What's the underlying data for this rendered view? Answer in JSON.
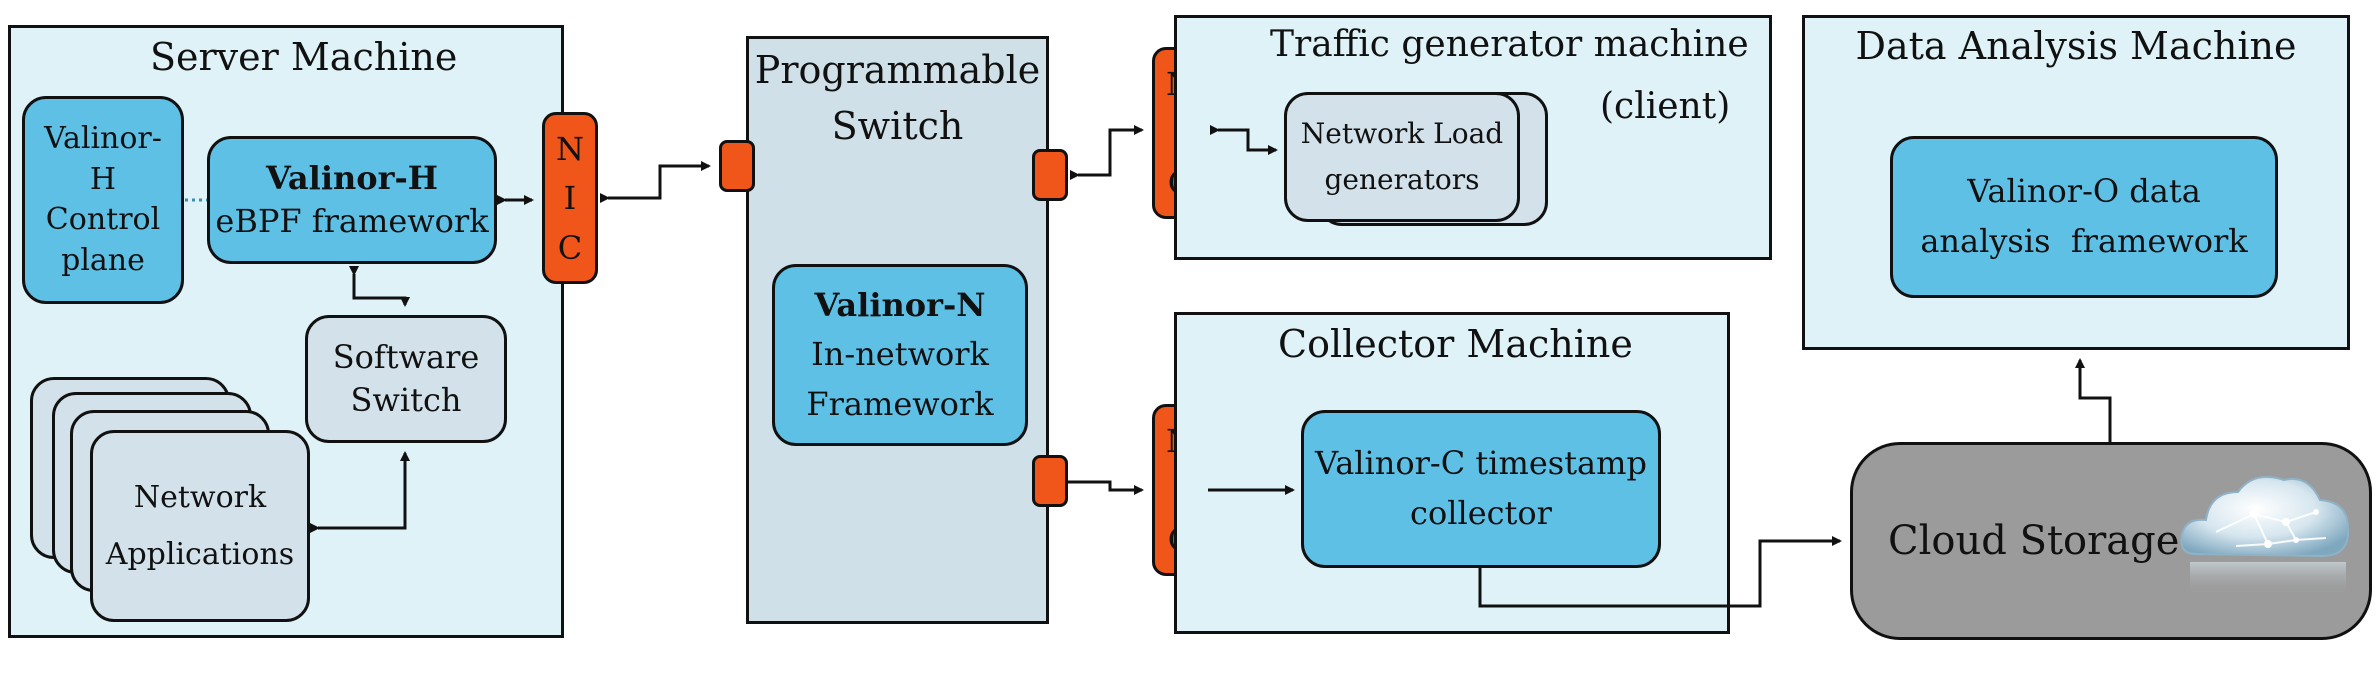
{
  "server": {
    "title": "Server Machine",
    "control_plane": [
      "Valinor-",
      "H",
      "Control",
      "plane"
    ],
    "ebpf_title": "Valinor-H",
    "ebpf_sub": "eBPF framework",
    "software_switch": [
      "Software",
      "Switch"
    ],
    "apps": [
      "Network",
      "Applications"
    ]
  },
  "switch": {
    "title": [
      "Programmable",
      "Switch"
    ],
    "valinor_n_title": "Valinor-N",
    "valinor_n_sub": [
      "In-network",
      "Framework"
    ]
  },
  "nic": {
    "letters": [
      "N",
      "I",
      "C"
    ]
  },
  "traffic": {
    "title": "Traffic generator machine",
    "subtitle": "(client)",
    "load_gen": [
      "Network Load",
      "generators"
    ]
  },
  "collector": {
    "title": "Collector Machine",
    "box": [
      "Valinor-C timestamp",
      "collector"
    ]
  },
  "analysis": {
    "title": "Data Analysis Machine",
    "box": [
      "Valinor-O data",
      "analysis  framework"
    ]
  },
  "cloud": {
    "label": "Cloud Storage"
  },
  "colors": {
    "nic": "#f0561a",
    "component": "#5fc0e6",
    "machine": "#dff2f7",
    "cloud": "#9b9b9b"
  },
  "icons": [
    "cloud-network-icon"
  ]
}
